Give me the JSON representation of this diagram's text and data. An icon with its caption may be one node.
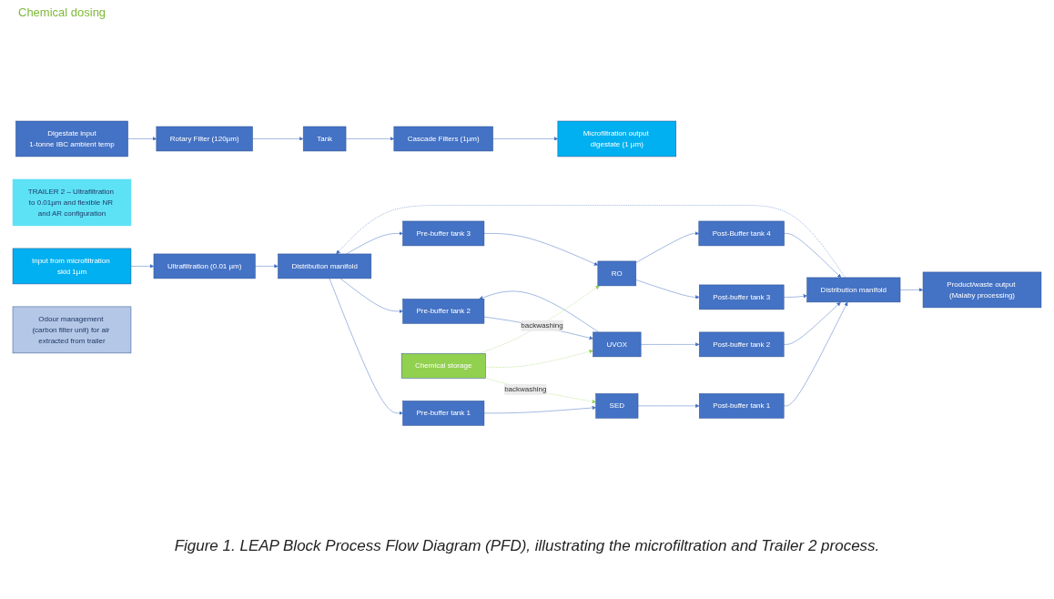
{
  "diagram": {
    "caption": "Figure 1. LEAP Block Process Flow Diagram (PFD), illustrating the microfiltration and Trailer 2 process.",
    "nodes": [
      {
        "text": [
          "Digestate input",
          "1-tonne IBC ambient temp"
        ]
      },
      {
        "text": [
          "Rotary Filter (120µm)"
        ]
      },
      {
        "text": [
          "Tank"
        ]
      },
      {
        "text": [
          "Cascade Filters (1µm)"
        ]
      },
      {
        "text": [
          "Microfiltration output digestate (1 µm)"
        ]
      },
      {
        "text": [
          "TRAILER 2 – Ultrafiltration to 0.01µm and flexible NR and AR configuration"
        ]
      },
      {
        "text": [
          "Input from microfiltration skid 1µm"
        ]
      },
      {
        "text": [
          "Chemical storage"
        ]
      },
      {
        "text": [
          "Pre-buffer tank 1"
        ]
      },
      {
        "text": [
          "SED"
        ]
      },
      {
        "text": [
          "Post-buffer tank 1"
        ]
      },
      {
        "text": [
          "Odour management (carbon filter unit) for air extracted from trailer"
        ]
      },
      {
        "text": [
          "Ultrafiltration (0.01 µm)"
        ]
      },
      {
        "text": [
          "Distribution manifold"
        ]
      },
      {
        "text": [
          "Pre-buffer tank 2"
        ]
      },
      {
        "text": [
          "UVOX"
        ]
      },
      {
        "text": [
          "Post-buffer tank 2"
        ]
      },
      {
        "text": [
          "Distribution manifold"
        ]
      },
      {
        "text": [
          "Pre-buffer tank 3"
        ]
      },
      {
        "text": [
          "RO"
        ]
      },
      {
        "text": [
          "Post-buffer tank 3"
        ]
      },
      {
        "text": [
          "Product/waste output (Malaby processing)"
        ]
      },
      {
        "text": [
          "Post-Buffer tank 4"
        ]
      }
    ],
    "edges": [
      {
        "from": 0,
        "to": 1,
        "arrow": "to"
      },
      {
        "from": 1,
        "to": 2,
        "arrow": "to"
      },
      {
        "from": 2,
        "to": 3,
        "arrow": "to"
      },
      {
        "from": 3,
        "to": 4,
        "arrow": "to"
      },
      {
        "from": 6,
        "to": 12,
        "arrow": "to"
      },
      {
        "from": 12,
        "to": 13,
        "arrow": "to"
      },
      {
        "from": 13,
        "to": 8,
        "arrow": "to"
      },
      {
        "from": 13,
        "to": 14,
        "arrow": "to"
      },
      {
        "from": 13,
        "to": 18,
        "arrow": "to"
      },
      {
        "from": 8,
        "to": 9,
        "arrow": "to"
      },
      {
        "from": 14,
        "to": 15,
        "arrow": "to"
      },
      {
        "from": 18,
        "to": 19,
        "arrow": "to"
      },
      {
        "from": 9,
        "to": 10,
        "arrow": "to"
      },
      {
        "from": 15,
        "to": 16,
        "arrow": "to"
      },
      {
        "from": 15,
        "to": 14,
        "arrow": "to"
      },
      {
        "from": 19,
        "to": 20,
        "arrow": "to"
      },
      {
        "from": 19,
        "to": 22,
        "arrow": "to"
      },
      {
        "from": 10,
        "to": 17,
        "arrow": "to"
      },
      {
        "from": 16,
        "to": 17,
        "arrow": "to"
      },
      {
        "from": 20,
        "to": 17,
        "arrow": "to"
      },
      {
        "from": 22,
        "to": 17,
        "arrow": "to"
      },
      {
        "from": 17,
        "to": 21,
        "arrow": "to"
      },
      {
        "from": 17,
        "to": 13,
        "arrow": "to",
        "style": "dashed"
      },
      {
        "from": 7,
        "to": 9,
        "arrow": "to",
        "label": "backwashing",
        "style": "dashed",
        "color": "#92d050"
      },
      {
        "from": 7,
        "to": 15,
        "arrow": "to",
        "style": "dashed",
        "color": "#92d050"
      },
      {
        "from": 7,
        "to": 19,
        "arrow": "to",
        "label": "backwashing",
        "style": "dashed",
        "color": "#92d050"
      }
    ],
    "labels": [
      "Chemical dosing"
    ]
  }
}
